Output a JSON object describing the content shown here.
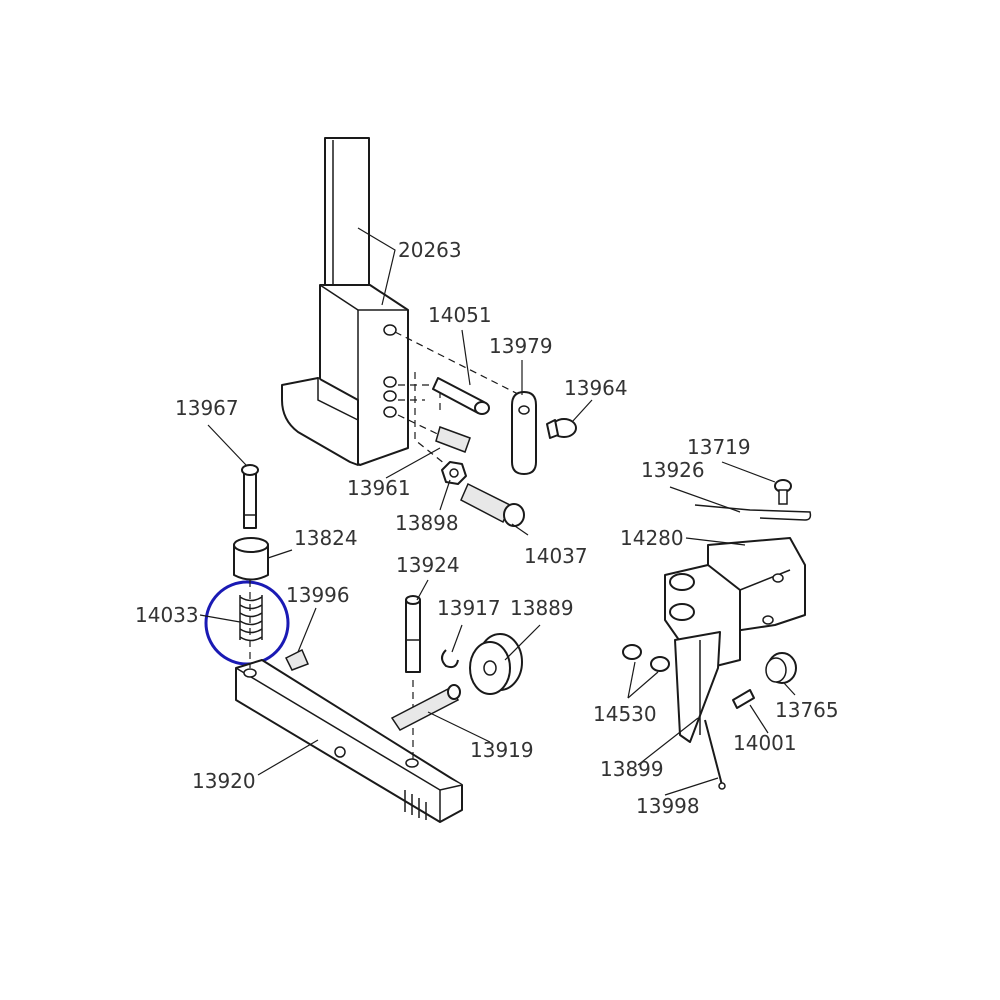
{
  "highlight_color": "#1a1ab4",
  "highlighted_part": "14033",
  "labels": [
    {
      "id": "20263",
      "text": "20263"
    },
    {
      "id": "14051",
      "text": "14051"
    },
    {
      "id": "13979",
      "text": "13979"
    },
    {
      "id": "13964",
      "text": "13964"
    },
    {
      "id": "13967",
      "text": "13967"
    },
    {
      "id": "13961",
      "text": "13961"
    },
    {
      "id": "13898",
      "text": "13898"
    },
    {
      "id": "14037",
      "text": "14037"
    },
    {
      "id": "13719",
      "text": "13719"
    },
    {
      "id": "13926",
      "text": "13926"
    },
    {
      "id": "14280",
      "text": "14280"
    },
    {
      "id": "13824",
      "text": "13824"
    },
    {
      "id": "13924",
      "text": "13924"
    },
    {
      "id": "14033",
      "text": "14033"
    },
    {
      "id": "13996",
      "text": "13996"
    },
    {
      "id": "13917",
      "text": "13917"
    },
    {
      "id": "13889",
      "text": "13889"
    },
    {
      "id": "14530",
      "text": "14530"
    },
    {
      "id": "13765",
      "text": "13765"
    },
    {
      "id": "14001",
      "text": "14001"
    },
    {
      "id": "13919",
      "text": "13919"
    },
    {
      "id": "13899",
      "text": "13899"
    },
    {
      "id": "13920",
      "text": "13920"
    },
    {
      "id": "13998",
      "text": "13998"
    }
  ]
}
